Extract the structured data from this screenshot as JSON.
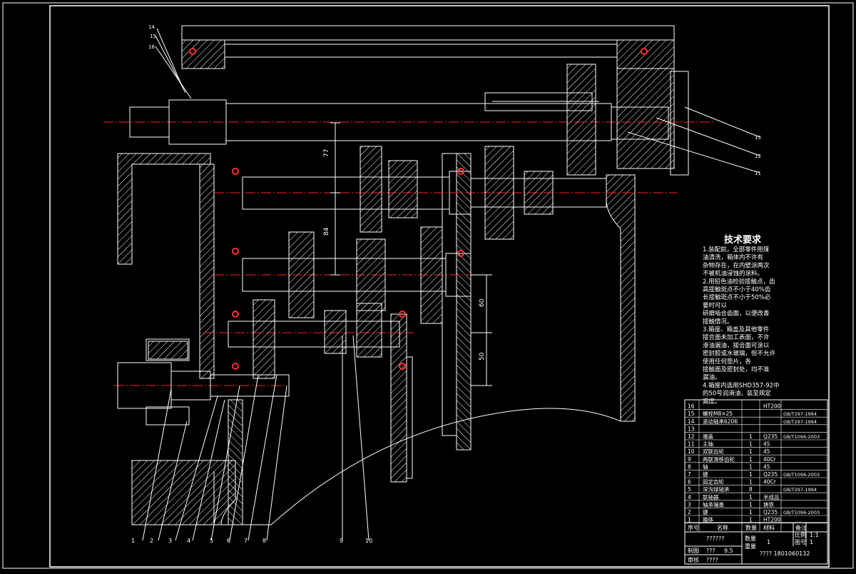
{
  "drawing": {
    "background_color": "#000000",
    "line_color": "#ffffff",
    "centerline_color": "#ff2020",
    "hatch_color": "#ffffff",
    "bearing_marker_color": "#ff3030"
  },
  "dimensions": [
    {
      "id": "dim-77",
      "text": "77"
    },
    {
      "id": "dim-84",
      "text": "84"
    },
    {
      "id": "dim-60",
      "text": "60"
    },
    {
      "id": "dim-50",
      "text": "50"
    }
  ],
  "balloons": {
    "bottom": [
      "1",
      "2",
      "3",
      "4",
      "5",
      "6",
      "7",
      "8",
      "9",
      "10"
    ],
    "top_left": [
      "14",
      "15",
      "16"
    ],
    "right": [
      "13",
      "12",
      "11"
    ]
  },
  "technical_requirements": {
    "title": "技术要求",
    "lines": [
      "1.装配前，全部零件用煤",
      "油清洗，箱体内不许有",
      "杂物存在，在内壁涂两次",
      "不被机油浸蚀的涂料。",
      "2.用铅色油检验接触点，齿",
      "高接触斑点不小于40%齿",
      "长接触斑点不小于50%必",
      "要时可以",
      "研磨啮合齿面，以便改善",
      "接触情况。",
      "3.箱座、箱盖及其他零件",
      "接合面未加工表面，不许",
      "渗油漏油，接合面可涂以",
      "密封胶或水玻璃，但不允许",
      "使用任何垫片，各",
      "接触面及密封处，均不准",
      "漏油。",
      "4.箱座内选用SHD357-92中",
      "的50号润滑油，装至规定",
      "高度。"
    ]
  },
  "bom": {
    "rows": [
      {
        "no": "16",
        "name": "",
        "qty": "",
        "material": "HT200",
        "std": ""
      },
      {
        "no": "15",
        "name": "螺栓M8×25",
        "qty": "",
        "material": "",
        "std": "GB/T297-1994"
      },
      {
        "no": "14",
        "name": "滚动轴承6206",
        "qty": "",
        "material": "",
        "std": "GB/T297-1994"
      },
      {
        "no": "13",
        "name": "",
        "qty": "",
        "material": "",
        "std": ""
      },
      {
        "no": "12",
        "name": "端盖",
        "qty": "1",
        "material": "Q235",
        "std": "GB/T1096-2003"
      },
      {
        "no": "11",
        "name": "主轴",
        "qty": "1",
        "material": "45",
        "std": ""
      },
      {
        "no": "10",
        "name": "双联齿轮",
        "qty": "1",
        "material": "45",
        "std": ""
      },
      {
        "no": "9",
        "name": "两联滑移齿轮",
        "qty": "1",
        "material": "40Cr",
        "std": ""
      },
      {
        "no": "8",
        "name": "轴",
        "qty": "1",
        "material": "45",
        "std": ""
      },
      {
        "no": "7",
        "name": "键",
        "qty": "1",
        "material": "Q235",
        "std": "GB/T1096-2003"
      },
      {
        "no": "6",
        "name": "固定齿轮",
        "qty": "1",
        "material": "40Cr",
        "std": ""
      },
      {
        "no": "5",
        "name": "深沟球轴承",
        "qty": "8",
        "material": "",
        "std": "GB/T297-1994"
      },
      {
        "no": "4",
        "name": "联轴器",
        "qty": "1",
        "material": "半成品",
        "std": ""
      },
      {
        "no": "3",
        "name": "轴承端盖",
        "qty": "1",
        "material": "铸铁",
        "std": ""
      },
      {
        "no": "2",
        "name": "键",
        "qty": "1",
        "material": "Q235",
        "std": "GB/T1096-2003"
      },
      {
        "no": "1",
        "name": "箱体",
        "qty": "1",
        "material": "HT200",
        "std": ""
      }
    ],
    "header": {
      "no": "序号",
      "name": "名称",
      "qty": "数量",
      "material": "材料",
      "note": "备注"
    },
    "title_block": {
      "drawing_title": "??????",
      "scale_label": "比例",
      "scale_value": "1:1",
      "sheet_label": "图号",
      "sheet_value": "1",
      "drafter_label": "制图",
      "checker_label": "审核",
      "drafter_name": "???",
      "drafter_date": "9.5",
      "checker_name": "????",
      "qty_label": "数量",
      "qty_value": "1",
      "weight_label": "重量",
      "school_code": "????  1801060132"
    }
  }
}
